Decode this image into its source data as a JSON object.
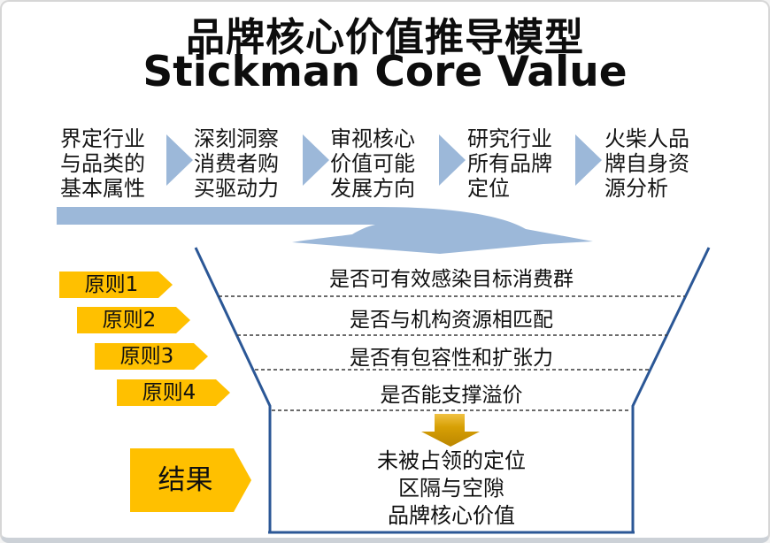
{
  "title": {
    "zh": "品牌核心价值推导模型",
    "en": "Stickman Core Value"
  },
  "process": {
    "steps": [
      {
        "lines": [
          "界定行业",
          "与品类的",
          "基本属性"
        ]
      },
      {
        "lines": [
          "深刻洞察",
          "消费者购",
          "买驱动力"
        ]
      },
      {
        "lines": [
          "审视核心",
          "价值可能",
          "发展方向"
        ]
      },
      {
        "lines": [
          "研究行业",
          "所有品牌",
          "定位"
        ]
      },
      {
        "lines": [
          "火柴人品",
          "牌自身资",
          "源分析"
        ]
      }
    ]
  },
  "funnel": {
    "criteria": [
      {
        "label": "原则1",
        "question": "是否可有效感染目标消费群"
      },
      {
        "label": "原则2",
        "question": "是否与机构资源相匹配"
      },
      {
        "label": "原则3",
        "question": "是否有包容性和扩张力"
      },
      {
        "label": "原则4",
        "question": "是否能支撑溢价"
      }
    ],
    "result": {
      "label": "结果",
      "lines": [
        "未被占领的定位",
        "区隔与空隙",
        "品牌核心价值"
      ]
    }
  },
  "icons": {
    "step_separator": "chevron-right-icon",
    "flow_into_funnel": "curved-down-arrow-icon",
    "to_result": "down-arrow-icon"
  },
  "colors": {
    "accent_blue": "#9cb8d9",
    "line_blue": "#2b5796",
    "gold": "#ffc000",
    "arrow_gold": "#d7a005",
    "text": "#111111"
  }
}
